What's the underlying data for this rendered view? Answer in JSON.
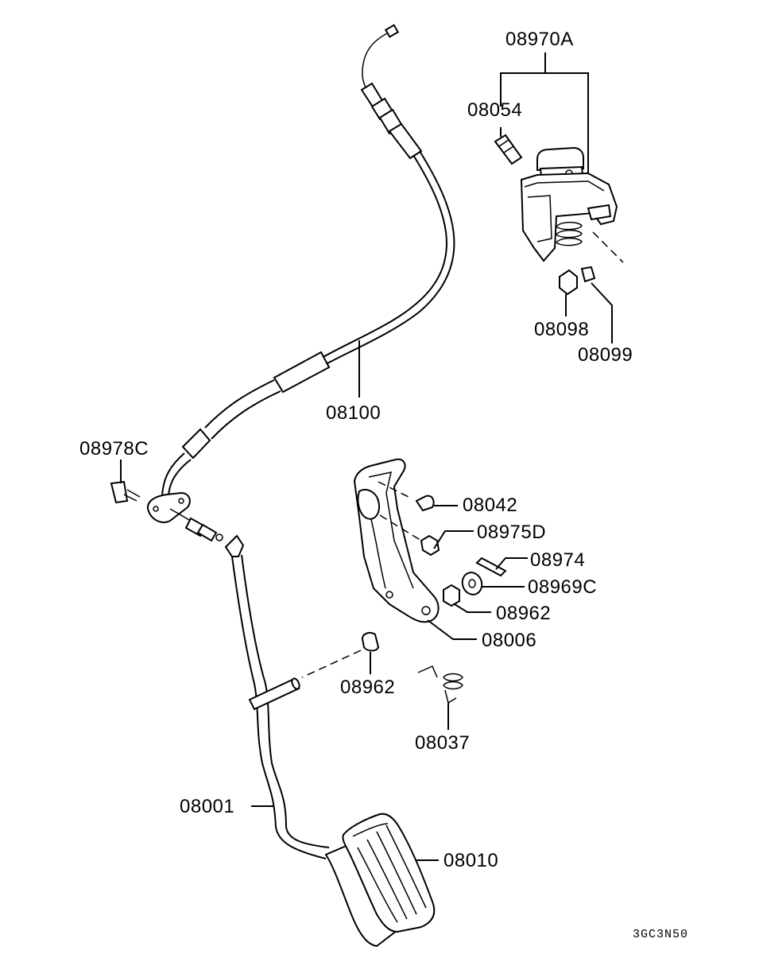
{
  "labels": {
    "p08970A": "08970A",
    "p08054": "08054",
    "p08098": "08098",
    "p08099": "08099",
    "p08100": "08100",
    "p08978C": "08978C",
    "p08042": "08042",
    "p08975D": "08975D",
    "p08974": "08974",
    "p08969C": "08969C",
    "p08962a": "08962",
    "p08006": "08006",
    "p08962b": "08962",
    "p08037": "08037",
    "p08001": "08001",
    "p08010": "08010"
  },
  "diagram_code": "3GC3N50"
}
